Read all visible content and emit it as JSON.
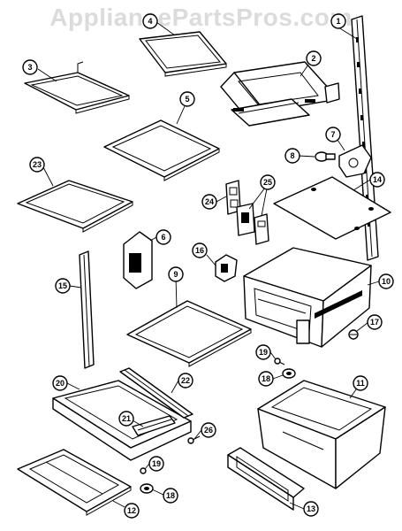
{
  "watermark": "AppliancePartsPros.com",
  "callouts": {
    "c1": "1",
    "c2": "2",
    "c3": "3",
    "c4": "4",
    "c5": "5",
    "c6": "6",
    "c7": "7",
    "c8": "8",
    "c9": "9",
    "c10": "10",
    "c11": "11",
    "c12": "12",
    "c13": "13",
    "c14": "14",
    "c15": "15",
    "c16": "16",
    "c17": "17",
    "c18a": "18",
    "c18b": "18",
    "c19a": "19",
    "c19b": "19",
    "c20": "20",
    "c21": "21",
    "c22": "22",
    "c23": "23",
    "c24": "24",
    "c25": "25",
    "c26": "26"
  }
}
